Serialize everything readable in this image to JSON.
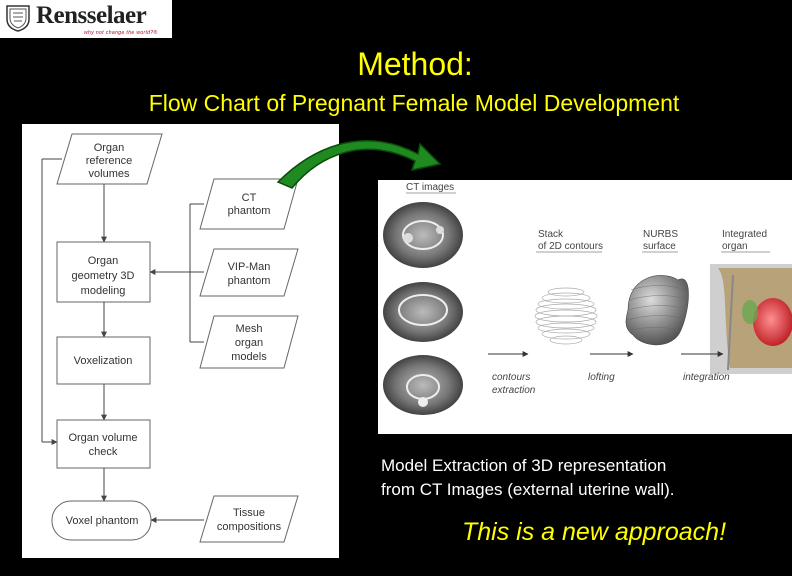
{
  "logo": {
    "name": "Rensselaer",
    "tagline": "why not change the world?®"
  },
  "title": "Method:",
  "subtitle": "Flow Chart of Pregnant Female Model Development",
  "flowchart": {
    "organ_reference": [
      "Organ",
      "reference",
      "volumes"
    ],
    "ct_phantom": [
      "CT",
      "phantom"
    ],
    "geometry": [
      "Organ",
      "geometry 3D",
      "modeling"
    ],
    "vip_man": [
      "VIP-Man",
      "phantom"
    ],
    "mesh": [
      "Mesh",
      "organ",
      "models"
    ],
    "voxelization": [
      "Voxelization"
    ],
    "volume_check": [
      "Organ volume",
      "check"
    ],
    "voxel_phantom": [
      "Voxel phantom"
    ],
    "tissue": [
      "Tissue",
      "compositions"
    ]
  },
  "ct_figure": {
    "ct_images": "CT images",
    "stack": [
      "Stack",
      "of 2D contours"
    ],
    "nurbs": [
      "NURBS",
      "surface"
    ],
    "integrated": [
      "Integrated",
      "organ"
    ],
    "step_contours": [
      "contours",
      "extraction"
    ],
    "step_lofting": "lofting",
    "step_integration": "integration"
  },
  "caption": [
    "Model  Extraction of 3D representation",
    "from CT Images (external uterine wall)."
  ],
  "slogan": "This is a new approach!",
  "colors": {
    "background": "#000000",
    "heading": "#ffff00",
    "caption": "#ffffff"
  }
}
